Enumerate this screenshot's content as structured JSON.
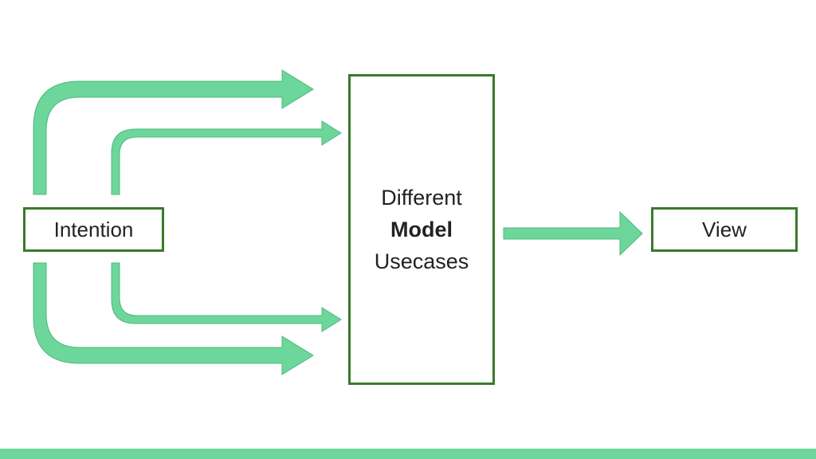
{
  "diagram": {
    "intention_label": "Intention",
    "model_line1": "Different",
    "model_line2": "Model",
    "model_line3": "Usecases",
    "view_label": "View"
  },
  "colors": {
    "arrow_fill": "#6dd69b",
    "arrow_stroke": "#4fb87e",
    "box_border": "#3a7a2a",
    "bottom_bar": "#6dd69b"
  }
}
